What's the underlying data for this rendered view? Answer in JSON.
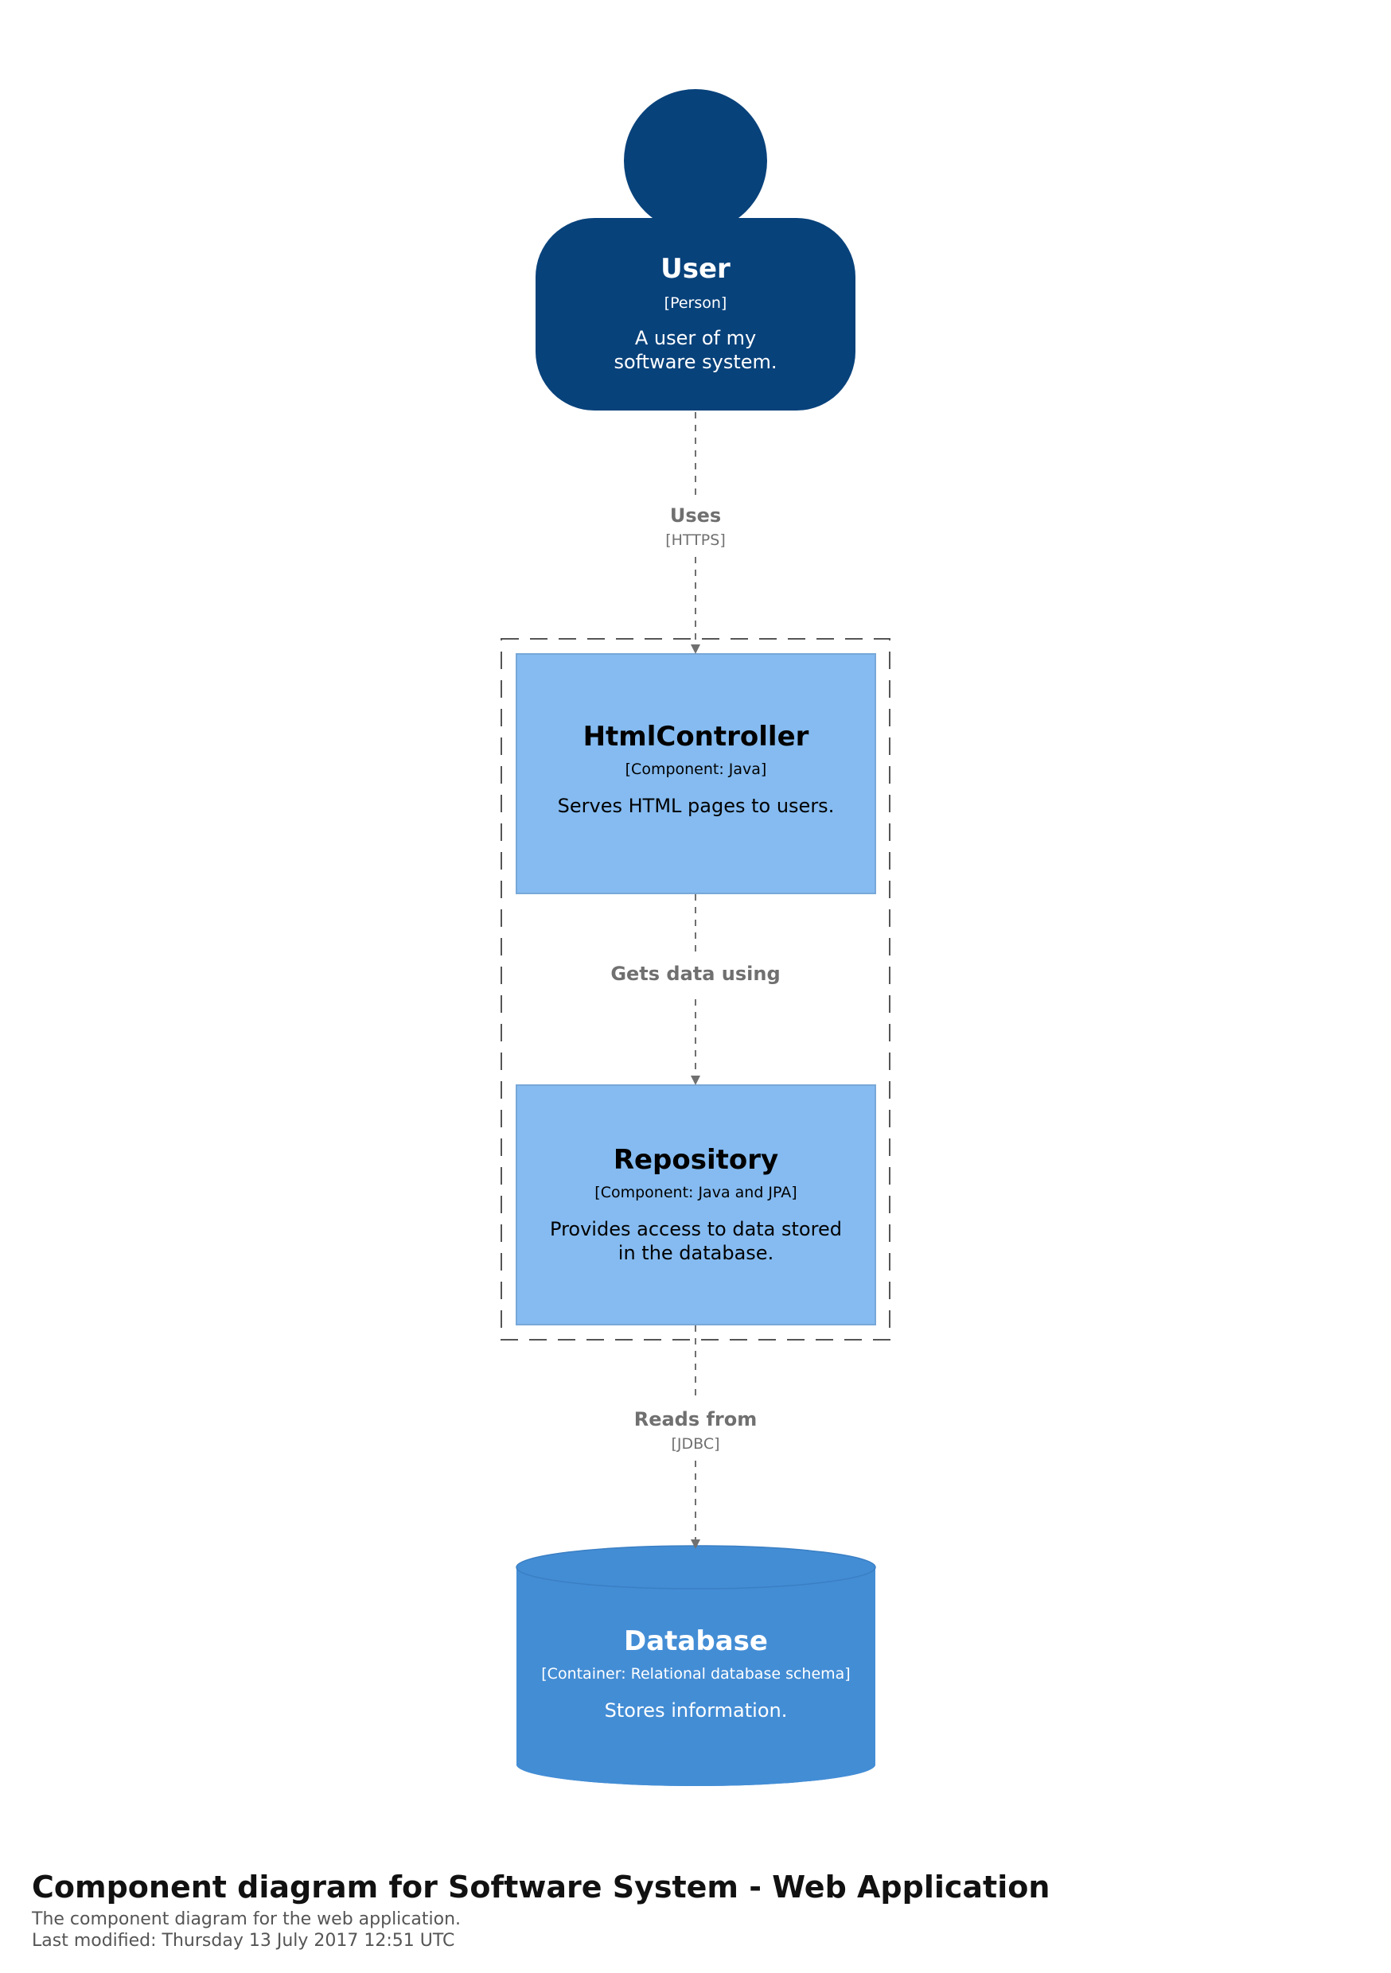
{
  "colors": {
    "person": "#08427b",
    "component": "#85bbf0",
    "component_border": "#78a8d8",
    "container": "#438dd5",
    "relationship": "#707070",
    "boundary": "#555555",
    "dark_text": "#000000",
    "light_text": "#ffffff"
  },
  "elements": {
    "user": {
      "name": "User",
      "type": "[Person]",
      "description": "A user of my software system.",
      "icon": "person-shape"
    },
    "html_controller": {
      "name": "HtmlController",
      "type": "[Component: Java]",
      "description": "Serves HTML pages to users."
    },
    "repository": {
      "name": "Repository",
      "type": "[Component: Java and JPA]",
      "description": "Provides access to data stored in the database."
    },
    "database": {
      "name": "Database",
      "type": "[Container: Relational database schema]",
      "description": "Stores information.",
      "icon": "cylinder-shape"
    }
  },
  "relationships": {
    "uses": {
      "label": "Uses",
      "technology": "[HTTPS]"
    },
    "gets_data": {
      "label": "Gets data using",
      "technology": ""
    },
    "reads_from": {
      "label": "Reads from",
      "technology": "[JDBC]"
    }
  },
  "footer": {
    "title": "Component diagram for Software System - Web Application",
    "description": "The component diagram for the web application.",
    "last_modified": "Last modified: Thursday 13 July 2017 12:51 UTC"
  }
}
